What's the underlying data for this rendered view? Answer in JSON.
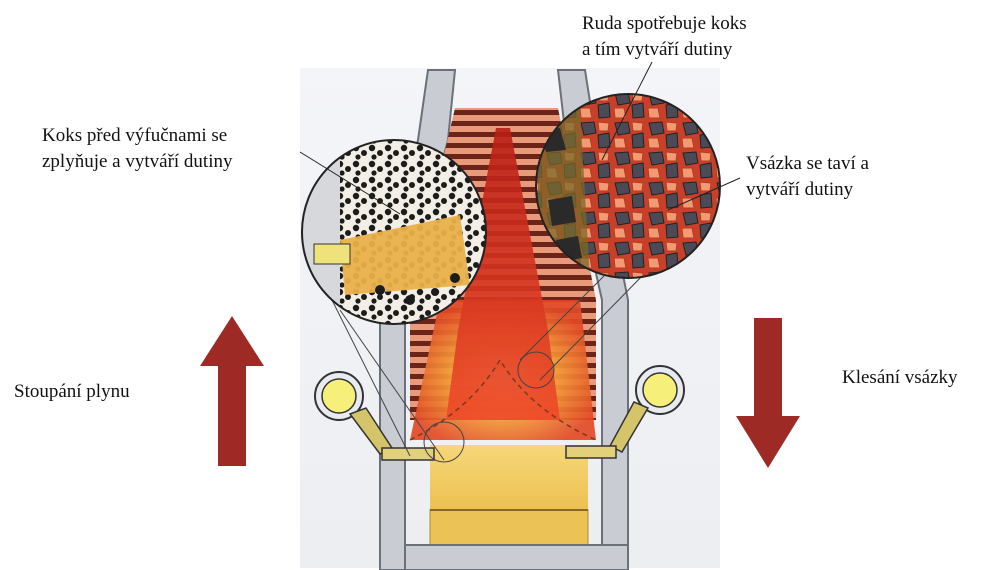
{
  "labels": {
    "ore_line1": "Ruda spotřebuje koks",
    "ore_line2": "a tím vytváří dutiny",
    "coke_line1": "Koks před výfučnami se",
    "coke_line2": "zplyňuje a vytváří dutiny",
    "charge_melt_line1": "Vsázka se taví a",
    "charge_melt_line2": "vytváří dutiny",
    "gas_rise": "Stoupání plynu",
    "charge_descent": "Klesání vsázky"
  },
  "colors": {
    "arrow": "#9e2a26",
    "hot_core": "#d9271c",
    "glow": "#f2b94a",
    "hearth": "#f0c84a",
    "wall": "#c9ccd2",
    "coke": "#3a2a1a",
    "ore": "#5a5a6a"
  }
}
